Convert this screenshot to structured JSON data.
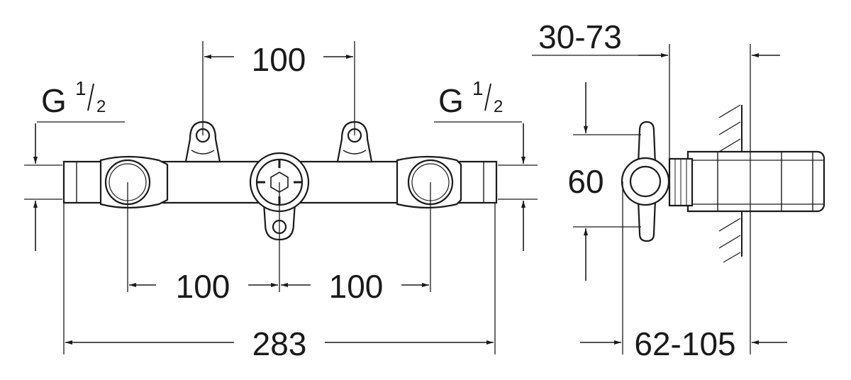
{
  "dimensions": {
    "top_spacing": "100",
    "left_spacing": "100",
    "right_spacing": "100",
    "overall_width": "283",
    "side_top": "30-73",
    "side_bottom": "62-105",
    "side_height": "60"
  },
  "thread_left": {
    "base": "G",
    "num": "1",
    "den": "2"
  },
  "thread_right": {
    "base": "G",
    "num": "1",
    "den": "2"
  },
  "colors": {
    "line": "#1a1a1a",
    "fill": "#ffffff"
  }
}
